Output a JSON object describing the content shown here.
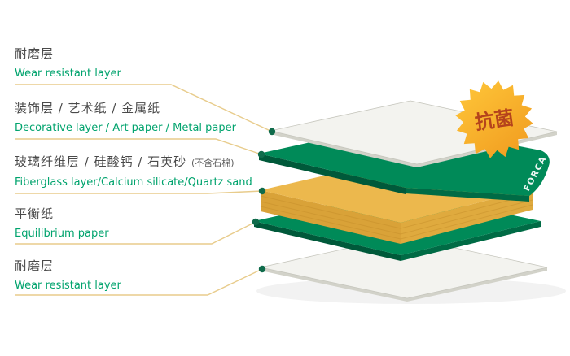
{
  "diagram": {
    "labels": [
      {
        "zh": "耐磨层",
        "en": "Wear resistant layer"
      },
      {
        "zh": "装饰层 / 艺术纸 / 金属纸",
        "en": "Decorative layer / Art paper / Metal paper"
      },
      {
        "zh": "玻璃纤维层 / 硅酸钙 / 石英砂",
        "note": "(不含石棉)",
        "en": "Fiberglass layer/Calcium silicate/Quartz sand"
      },
      {
        "zh": "平衡纸",
        "en": "Equilibrium paper"
      },
      {
        "zh": "耐磨层",
        "en": "Wear resistant layer"
      }
    ],
    "badge": {
      "label": "抗菌"
    },
    "brand": {
      "label": "FORCA"
    }
  },
  "colors": {
    "label_zh": "#4A4A4A",
    "label_en": "#00A36D",
    "leader_line": "#E8CC8C",
    "anchor_dot": "#0F6B4B",
    "green_top": "#008A58",
    "green_side_left": "#00593A",
    "green_side_right": "#006B45",
    "yellow_top": "#ECB84D",
    "yellow_side_left": "#D9A238",
    "yellow_side_right": "#DFAA3E",
    "white_top": "#F3F3EF",
    "white_side": "#D2D2C9",
    "badge_light": "#FFC83A",
    "badge_dark": "#F0991E",
    "badge_text": "#B5431C"
  }
}
